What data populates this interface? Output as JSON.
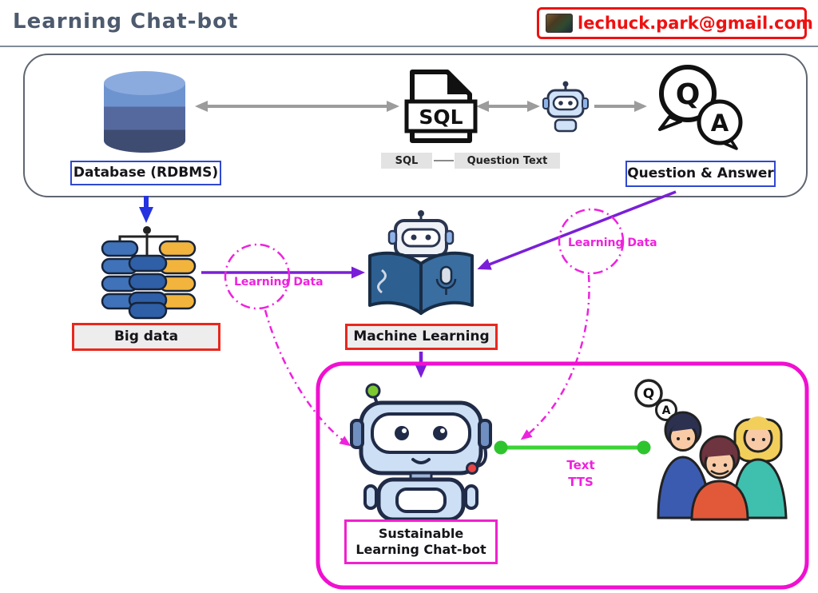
{
  "header": {
    "title": "Learning Chat-bot",
    "email": "lechuck.park@gmail.com"
  },
  "top_panel": {
    "database_label": "Database (RDBMS)",
    "sql_icon_text": "SQL",
    "sql_tag": "SQL",
    "question_text_tag": "Question Text",
    "q_letter": "Q",
    "a_letter": "A",
    "qa_label": "Question & Answer"
  },
  "middle": {
    "big_data_label": "Big data",
    "machine_learning_label": "Machine Learning",
    "learning_data_left": "Learning Data",
    "learning_data_right": "Learning Data"
  },
  "bottom": {
    "chatbot_label_line1": "Sustainable",
    "chatbot_label_line2": "Learning Chat-bot",
    "tts_line1": "Text",
    "tts_line2": "TTS",
    "q_letter": "Q",
    "a_letter": "A"
  },
  "icons": {
    "email_avatar": "photo-thumbnail",
    "database": "database-cylinder",
    "sql_file": "sql-document",
    "chatbot_small": "robot-head",
    "qa_bubbles": "question-answer-speech-bubbles",
    "big_data": "database-cluster",
    "machine_learning": "robot-reading-book",
    "chatbot_large": "robot-with-headset",
    "people": "user-group"
  },
  "colors": {
    "accent_red": "#e8281e",
    "email_red": "#ee1111",
    "accent_blue_border": "#3048cf",
    "arrow_blue": "#2433e0",
    "arrow_purple": "#7a1fd8",
    "accent_magenta": "#ee22dd",
    "container_magenta": "#f010d0",
    "line_green": "#3bd435",
    "arrow_gray": "#9c9c9c"
  }
}
